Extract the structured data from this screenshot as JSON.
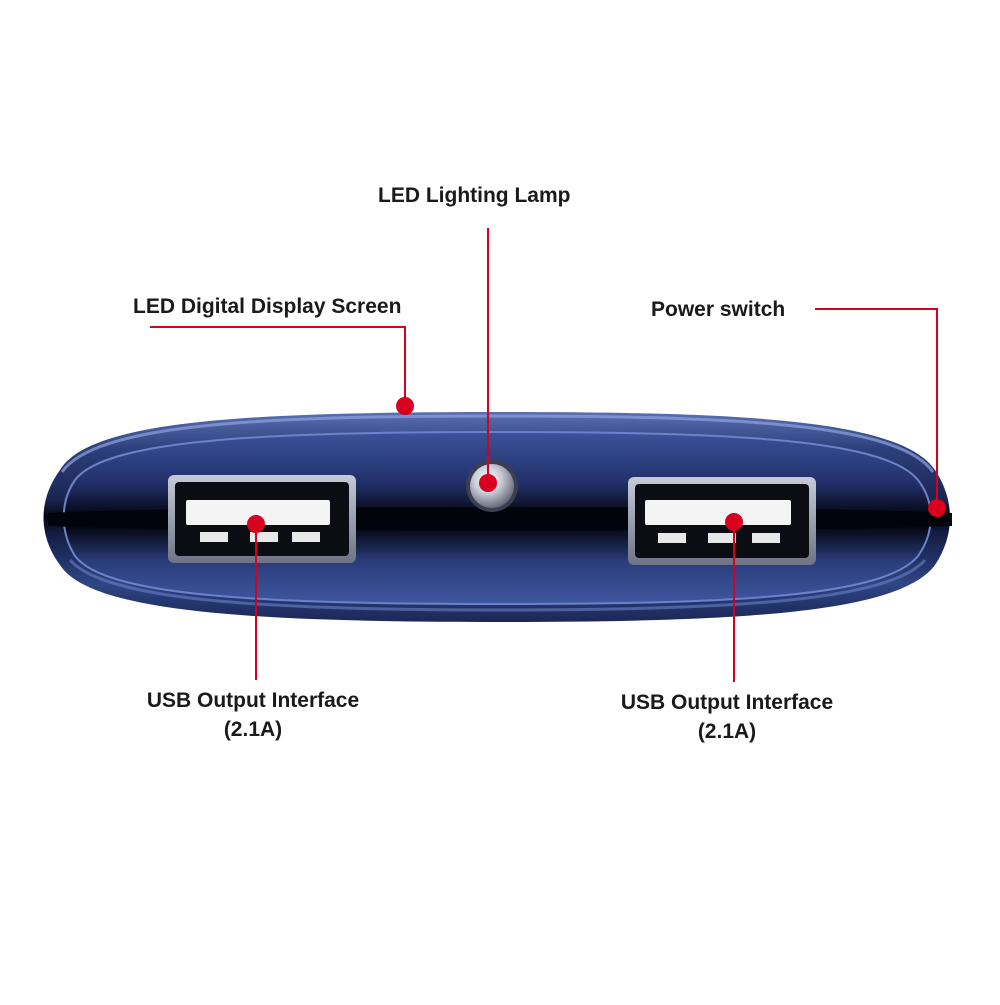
{
  "callouts": {
    "led_lamp": "LED Lighting Lamp",
    "display_screen": "LED Digital Display Screen",
    "power_switch": "Power switch",
    "usb_left": {
      "line1": "USB Output Interface",
      "line2": "(2.1A)"
    },
    "usb_right": {
      "line1": "USB Output Interface",
      "line2": "(2.1A)"
    }
  },
  "colors": {
    "background": "#ffffff",
    "callout": "#d8001e",
    "body_blue": "#2c3f7c",
    "body_dark": "#0b1230",
    "port_white": "#f4f4f4",
    "text": "#1a1a1a"
  }
}
